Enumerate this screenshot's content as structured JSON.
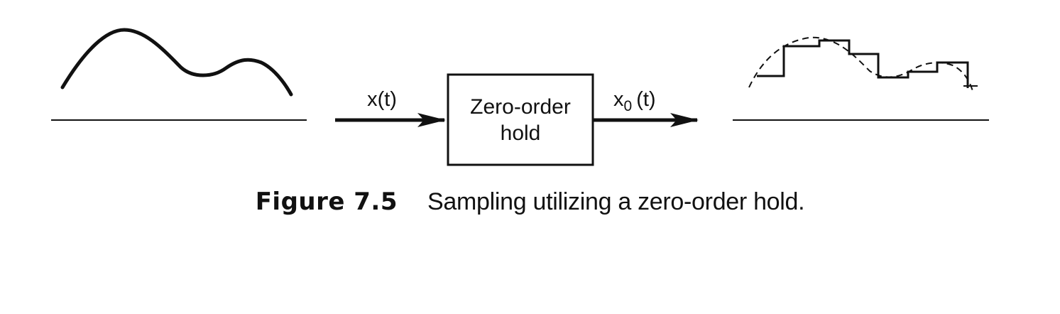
{
  "diagram": {
    "input_signal_label": "x(t)",
    "block_label_line1": "Zero-order",
    "block_label_line2": "hold",
    "output_signal_label_base": "x",
    "output_signal_label_subscript": "0",
    "output_signal_label_arg": "(t)"
  },
  "caption": {
    "label": "Figure 7.5",
    "text": "Sampling utilizing a zero-order hold."
  },
  "colors": {
    "ink": "#111111",
    "background": "#ffffff"
  }
}
